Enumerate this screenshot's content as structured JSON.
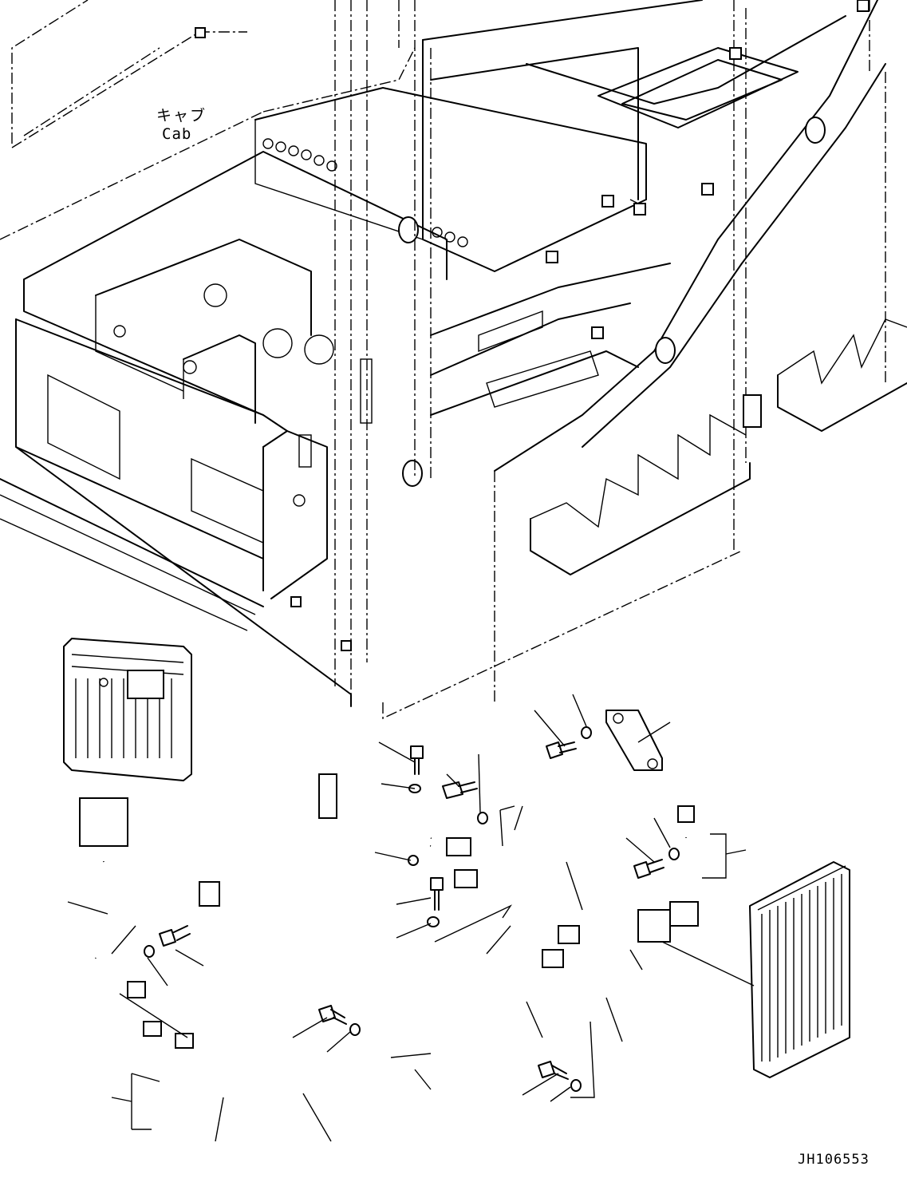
{
  "labels": {
    "cab_japanese": "キャブ",
    "cab_english": "Cab",
    "drawing_code": "JH106553"
  }
}
